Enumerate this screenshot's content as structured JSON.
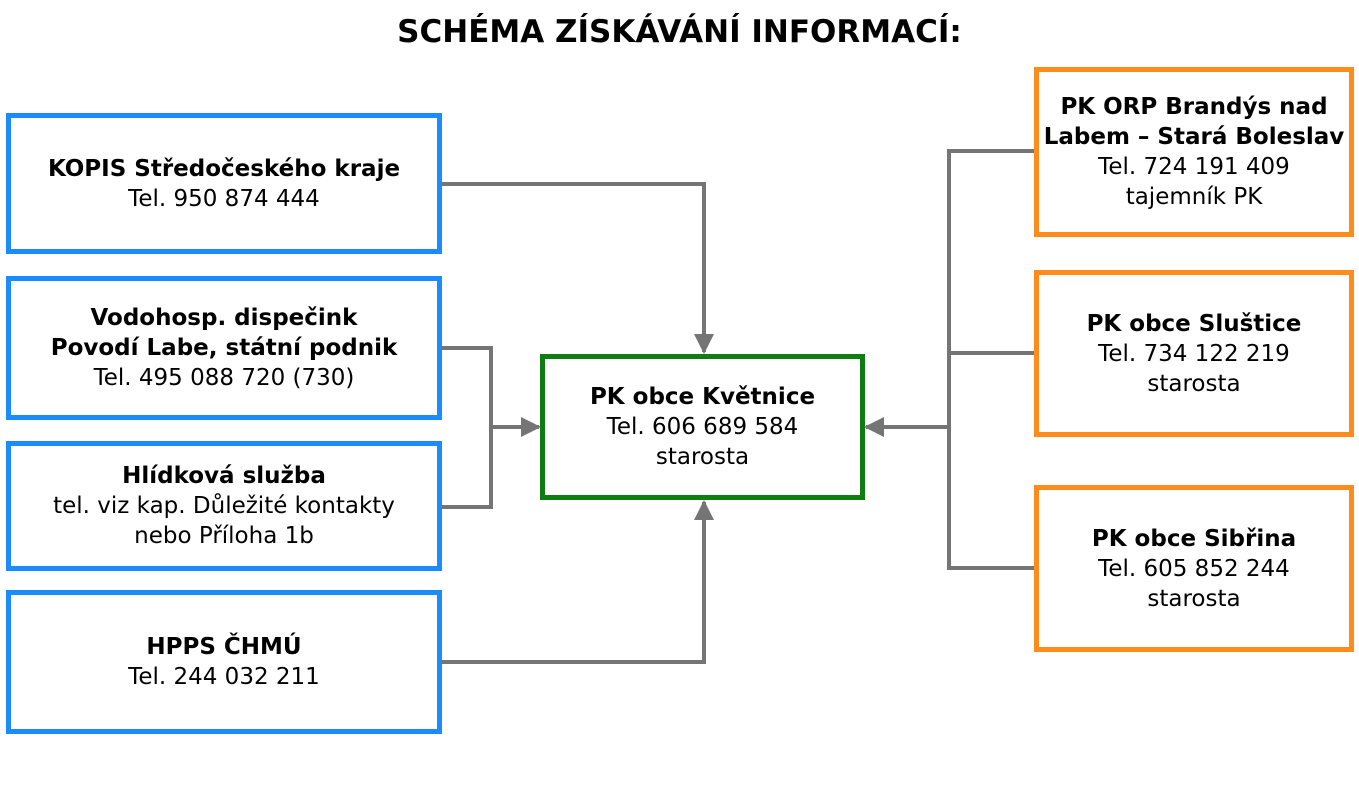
{
  "title": "SCHÉMA ZÍSKÁVÁNÍ INFORMACÍ:",
  "colors": {
    "source": "#1a8cff",
    "neighbor": "#ff8c1a",
    "center": "#0f7d0f",
    "connector": "#757575"
  },
  "left_nodes": [
    {
      "name": "KOPIS Středočeského kraje",
      "lines": [
        "Tel. 950 874 444"
      ]
    },
    {
      "name": [
        "Vodohosp. dispečink",
        "Povodí Labe, státní podnik"
      ],
      "lines": [
        "Tel. 495 088 720 (730)"
      ]
    },
    {
      "name": "Hlídková služba",
      "lines": [
        "tel. viz kap. Důležité kontakty",
        "nebo Příloha 1b"
      ]
    },
    {
      "name": "HPPS ČHMÚ",
      "lines": [
        "Tel. 244 032 211"
      ]
    }
  ],
  "center_node": {
    "name": "PK obce Květnice",
    "lines": [
      "Tel. 606 689 584",
      "starosta"
    ]
  },
  "right_nodes": [
    {
      "name": [
        "PK ORP Brandýs nad",
        "Labem – Stará Boleslav"
      ],
      "lines": [
        "Tel. 724 191 409",
        "tajemník PK"
      ]
    },
    {
      "name": "PK obce Sluštice",
      "lines": [
        "Tel. 734 122 219",
        "starosta"
      ]
    },
    {
      "name": "PK obce Sibřina",
      "lines": [
        "Tel. 605 852 244",
        "starosta"
      ]
    }
  ]
}
